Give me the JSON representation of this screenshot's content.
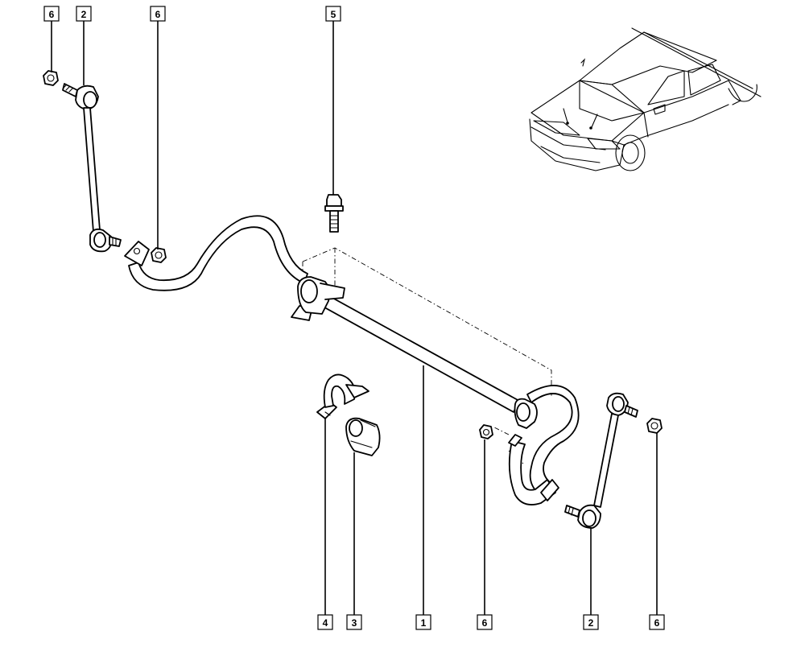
{
  "callouts": [
    {
      "label": "6"
    },
    {
      "label": "2"
    },
    {
      "label": "6"
    },
    {
      "label": "5"
    },
    {
      "label": "4"
    },
    {
      "label": "3"
    },
    {
      "label": "1"
    },
    {
      "label": "6"
    },
    {
      "label": "2"
    },
    {
      "label": "6"
    }
  ]
}
